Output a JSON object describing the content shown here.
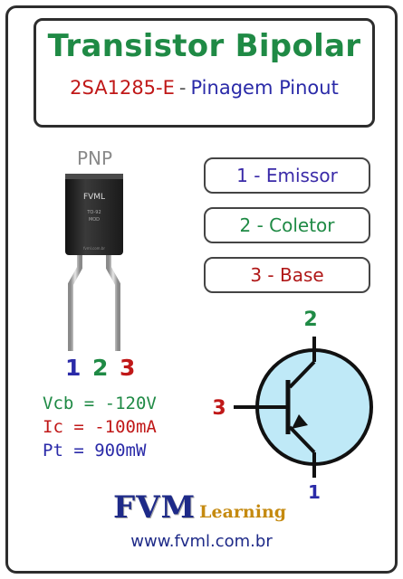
{
  "header": {
    "title": "Transistor Bipolar",
    "part": "2SA1285-E",
    "separator": "-",
    "subtitle_rest": "Pinagem Pinout"
  },
  "package": {
    "type_label": "PNP",
    "body_brand": "FVML",
    "body_line1": "TO-92",
    "body_line2": "MOD",
    "body_footer": "fvml.com.br"
  },
  "pins": {
    "leg_numbers": [
      "1",
      "2",
      "3"
    ],
    "boxes": [
      "1 - Emissor",
      "2 - Coletor",
      "3 - Base"
    ],
    "symbol_labels": {
      "collector": "2",
      "base": "3",
      "emitter": "1"
    }
  },
  "specs": {
    "vcb": "Vcb = -120V",
    "ic": "Ic = -100mA",
    "pt": "Pt = 900mW"
  },
  "footer": {
    "brand": "FVM",
    "brand_suffix": "Learning",
    "url": "www.fvml.com.br"
  },
  "colors": {
    "green": "#1f8a45",
    "red": "#c01818",
    "blue": "#2a2aa8",
    "circle_fill": "#bfe9f7"
  }
}
